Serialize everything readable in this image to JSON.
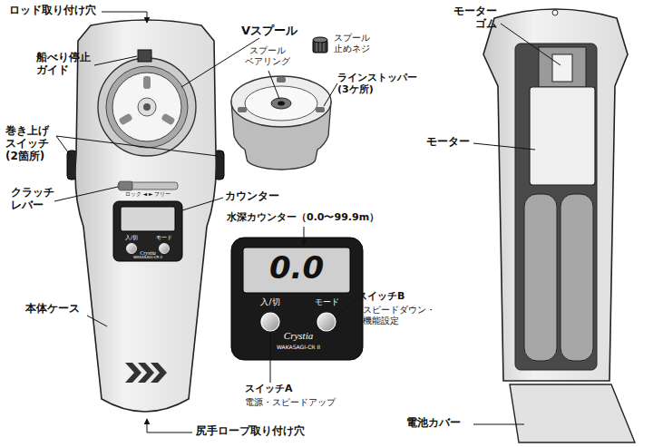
{
  "diagram": {
    "labels": [
      "ロッド取り付け穴",
      "船べり停止 ガイド",
      "Vスプール",
      "スプール ベアリング",
      "スプール 止めネジ",
      "ラインストッパー (3ケ所)",
      "巻き上げ スイッチ (2箇所)",
      "ロック ◄ ► フリー",
      "クラッチ レバー",
      "カウンター",
      "入/切",
      "モード",
      "Crystia",
      "WAKASAGI-CR II",
      "水深カウンター（0.0〜99.9m）",
      "0.0",
      "入/切",
      "モード",
      "Crystia",
      "WAKASAGI-CR II",
      "スイッチB",
      "スピードダウン・ 機能設定",
      "スイッチA",
      "電源・スピードアップ",
      "本体ケース",
      "尻手ロープ取り付け穴",
      "モーター ゴム",
      "モーター",
      "電池カバー"
    ]
  }
}
